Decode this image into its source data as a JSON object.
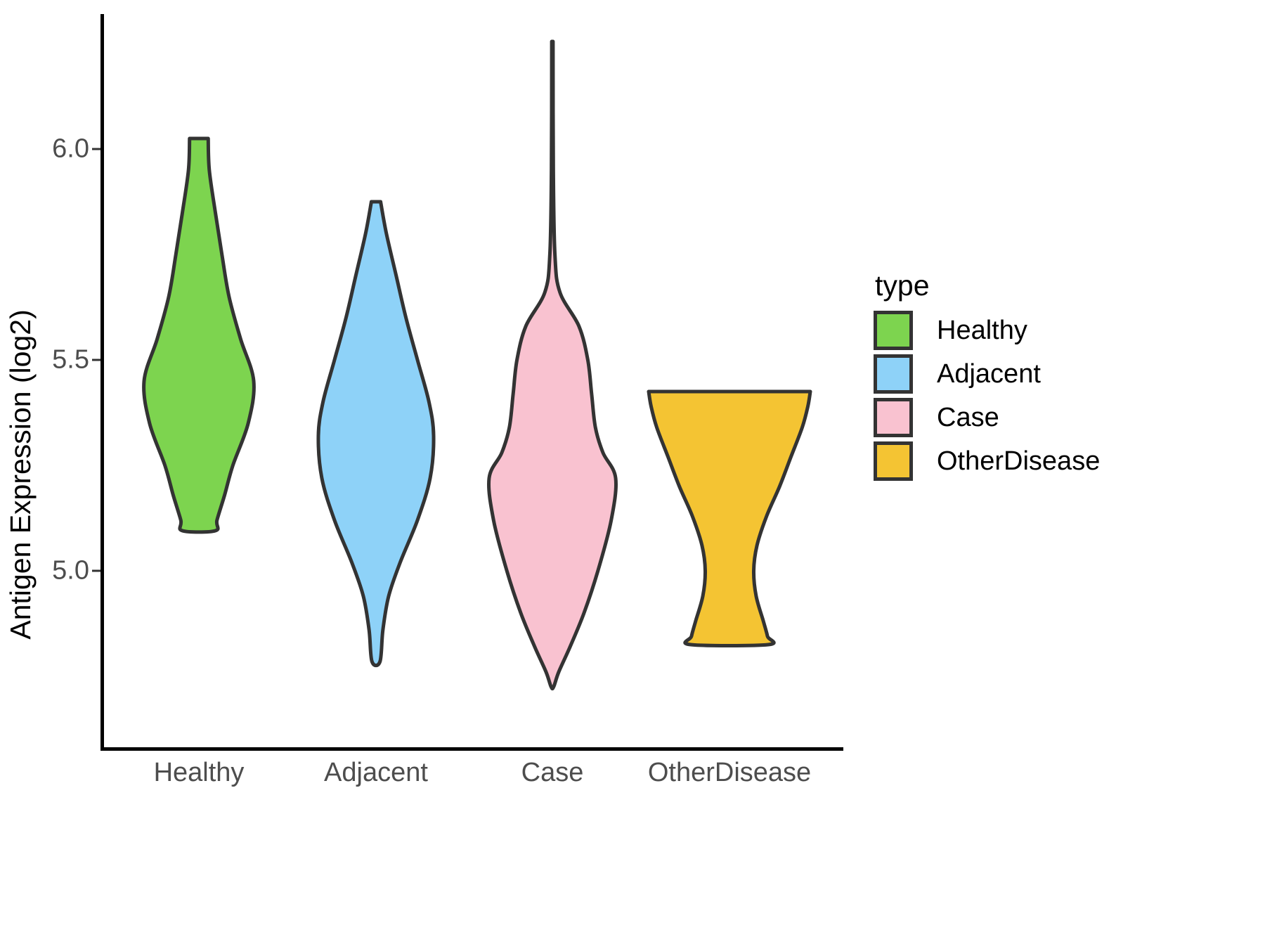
{
  "chart_data": {
    "type": "violin",
    "title": "",
    "xlabel": "",
    "ylabel": "Antigen Expression (log2)",
    "categories": [
      "Healthy",
      "Adjacent",
      "Case",
      "OtherDisease"
    ],
    "legend": {
      "title": "type",
      "position": "right",
      "entries": [
        {
          "label": "Healthy",
          "color": "#7DD44F"
        },
        {
          "label": "Adjacent",
          "color": "#8ED2F8"
        },
        {
          "label": "Case",
          "color": "#F9C2D0"
        },
        {
          "label": "OtherDisease",
          "color": "#F4C433"
        }
      ]
    },
    "y_axis": {
      "ticks": [
        5.0,
        5.5,
        6.0
      ],
      "tick_labels": [
        "5.0",
        "5.5",
        "6.0"
      ],
      "range": [
        4.75,
        6.28
      ],
      "grid": false
    },
    "x_axis": {
      "tick_labels": [
        "Healthy",
        "Adjacent",
        "Case",
        "OtherDisease"
      ],
      "grid": false
    },
    "series": [
      {
        "name": "Healthy",
        "color": "#7DD44F",
        "min": 5.095,
        "max": 6.025,
        "median_est": 5.44,
        "mode_est": 5.45,
        "density_profile": [
          {
            "y": 6.025,
            "w": 0.17
          },
          {
            "y": 5.95,
            "w": 0.19
          },
          {
            "y": 5.85,
            "w": 0.3
          },
          {
            "y": 5.75,
            "w": 0.42
          },
          {
            "y": 5.65,
            "w": 0.55
          },
          {
            "y": 5.55,
            "w": 0.76
          },
          {
            "y": 5.45,
            "w": 1.0
          },
          {
            "y": 5.35,
            "w": 0.9
          },
          {
            "y": 5.25,
            "w": 0.62
          },
          {
            "y": 5.18,
            "w": 0.47
          },
          {
            "y": 5.12,
            "w": 0.33
          },
          {
            "y": 5.095,
            "w": 0.3
          }
        ]
      },
      {
        "name": "Adjacent",
        "color": "#8ED2F8",
        "min": 4.785,
        "max": 5.875,
        "median_est": 5.31,
        "mode_est": 5.32,
        "density_profile": [
          {
            "y": 5.875,
            "w": 0.08
          },
          {
            "y": 5.8,
            "w": 0.18
          },
          {
            "y": 5.7,
            "w": 0.35
          },
          {
            "y": 5.6,
            "w": 0.52
          },
          {
            "y": 5.5,
            "w": 0.72
          },
          {
            "y": 5.4,
            "w": 0.92
          },
          {
            "y": 5.32,
            "w": 1.0
          },
          {
            "y": 5.22,
            "w": 0.94
          },
          {
            "y": 5.12,
            "w": 0.72
          },
          {
            "y": 5.02,
            "w": 0.42
          },
          {
            "y": 4.94,
            "w": 0.22
          },
          {
            "y": 4.86,
            "w": 0.12
          },
          {
            "y": 4.785,
            "w": 0.07
          }
        ]
      },
      {
        "name": "Case",
        "color": "#F9C2D0",
        "min": 4.725,
        "max": 6.255,
        "median_est": 5.22,
        "mode_est": 5.22,
        "density_profile": [
          {
            "y": 6.255,
            "w": 0.01
          },
          {
            "y": 5.95,
            "w": 0.015
          },
          {
            "y": 5.75,
            "w": 0.04
          },
          {
            "y": 5.66,
            "w": 0.12
          },
          {
            "y": 5.58,
            "w": 0.42
          },
          {
            "y": 5.5,
            "w": 0.56
          },
          {
            "y": 5.42,
            "w": 0.62
          },
          {
            "y": 5.34,
            "w": 0.68
          },
          {
            "y": 5.28,
            "w": 0.8
          },
          {
            "y": 5.22,
            "w": 1.0
          },
          {
            "y": 5.12,
            "w": 0.93
          },
          {
            "y": 5.0,
            "w": 0.72
          },
          {
            "y": 4.9,
            "w": 0.5
          },
          {
            "y": 4.82,
            "w": 0.28
          },
          {
            "y": 4.76,
            "w": 0.1
          },
          {
            "y": 4.725,
            "w": 0.02
          }
        ]
      },
      {
        "name": "OtherDisease",
        "color": "#F4C433",
        "min": 4.825,
        "max": 5.425,
        "median_est": 5.32,
        "mode_est": 5.35,
        "density_profile": [
          {
            "y": 5.425,
            "w": 1.0
          },
          {
            "y": 5.39,
            "w": 0.97
          },
          {
            "y": 5.34,
            "w": 0.9
          },
          {
            "y": 5.27,
            "w": 0.76
          },
          {
            "y": 5.2,
            "w": 0.62
          },
          {
            "y": 5.13,
            "w": 0.46
          },
          {
            "y": 5.06,
            "w": 0.34
          },
          {
            "y": 5.0,
            "w": 0.3
          },
          {
            "y": 4.94,
            "w": 0.33
          },
          {
            "y": 4.88,
            "w": 0.42
          },
          {
            "y": 4.845,
            "w": 0.47
          },
          {
            "y": 4.825,
            "w": 0.48
          }
        ]
      }
    ]
  },
  "axis": {
    "y_title": "Antigen Expression (log2)"
  },
  "style": {
    "outline_color": "#333333",
    "background": "#ffffff",
    "tick_text_color": "#4d4d4d"
  }
}
